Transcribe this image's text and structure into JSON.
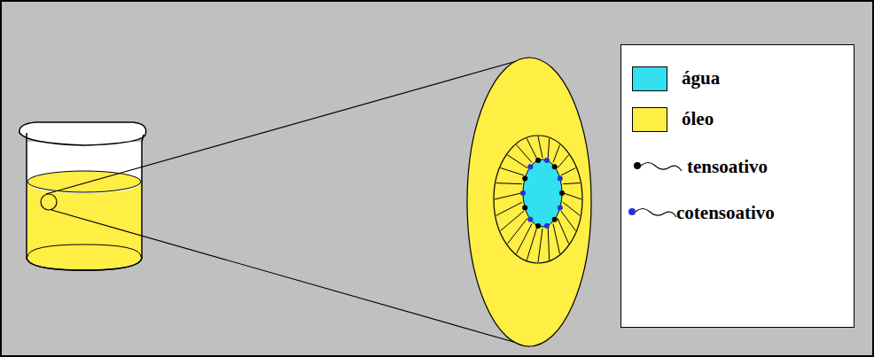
{
  "diagram": {
    "legend": [
      {
        "text": "água",
        "color": "#33e0f0"
      },
      {
        "text": "óleo",
        "color": "#ffee44"
      },
      {
        "text": "tensoativo"
      },
      {
        "text": "cotensoativo"
      }
    ]
  }
}
